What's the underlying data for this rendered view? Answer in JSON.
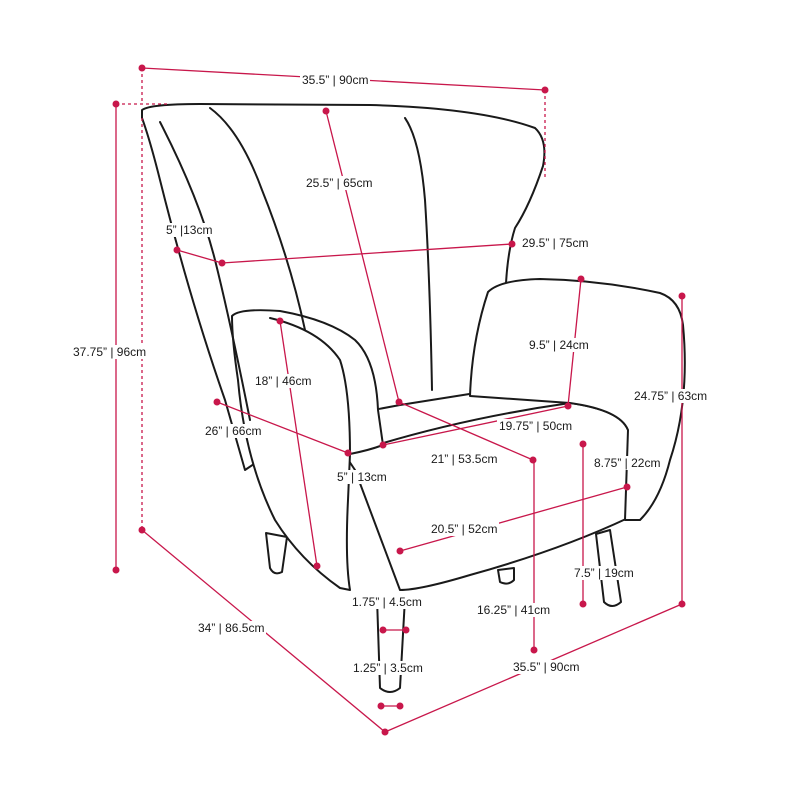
{
  "colors": {
    "accent": "#c8174b",
    "outline": "#1a1a1a",
    "background": "#ffffff"
  },
  "dimensions": {
    "back_width": "35.5” | 90cm",
    "overall_height": "37.75” | 96cm",
    "backrest_height": "25.5” | 65cm",
    "wing_depth": "5” |13cm",
    "inner_width": "29.5” | 75cm",
    "arm_height": "9.5” | 24cm",
    "arm_length": "18” | 46cm",
    "overall_height_2": "24.75” | 63cm",
    "seat_depth_side": "26” | 66cm",
    "seat_width": "19.75” | 50cm",
    "arm_width": "5” | 13cm",
    "seat_depth": "21” | 53.5cm",
    "leg_height": "8.75” | 22cm",
    "seat_front_depth": "20.5” | 52cm",
    "leg_height_2": "7.5” | 19cm",
    "leg_thickness": "1.75” | 4.5cm",
    "seat_height": "16.25” | 41cm",
    "overall_depth": "34” | 86.5cm",
    "leg_foot": "1.25” | 3.5cm",
    "overall_width": "35.5” | 90cm"
  }
}
